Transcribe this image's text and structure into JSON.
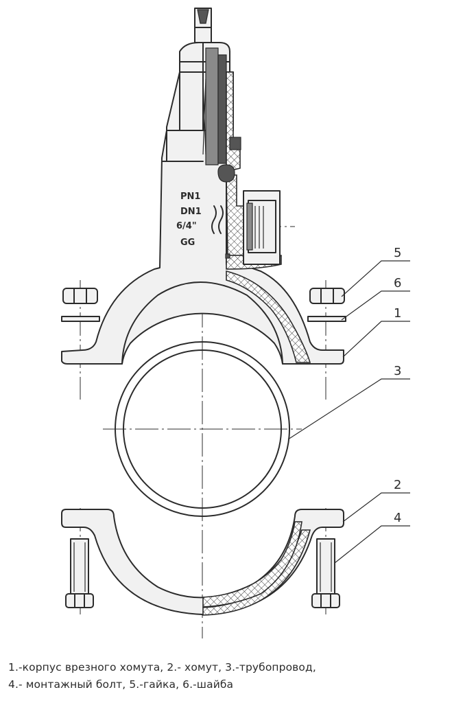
{
  "valve_marking": [
    "PN1",
    "DN1",
    "6/4\"",
    "GG"
  ],
  "callouts": [
    "5",
    "6",
    "1",
    "3",
    "2",
    "4"
  ],
  "caption": {
    "line1": "1.-корпус врезного хомута, 2.- хомут, 3.-трубопровод,",
    "line2": "4.- монтажный болт, 5.-гайка, 6.-шайба"
  }
}
